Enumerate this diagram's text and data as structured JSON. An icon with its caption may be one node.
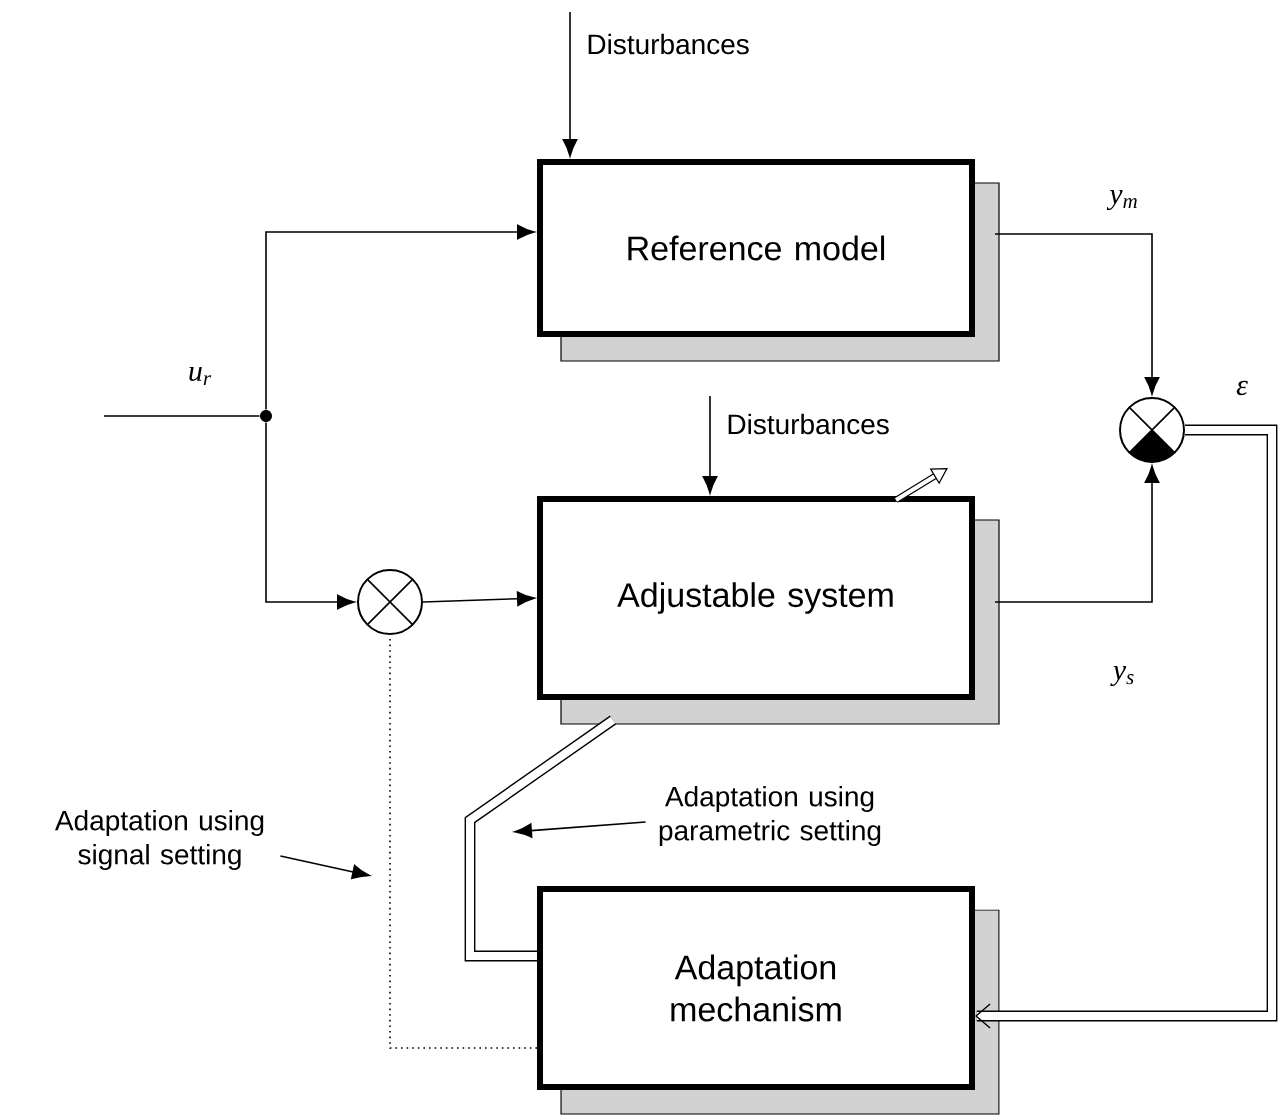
{
  "diagram": {
    "nodes": [
      {
        "text": [
          "Reference model"
        ]
      },
      {
        "text": [
          "Adjustable system"
        ]
      },
      {
        "text": [
          "Adaptation mechanism"
        ]
      },
      {
        "text": [],
        "shape": "circle"
      },
      {
        "text": [],
        "shape": "circle"
      },
      {
        "text": [],
        "shape": "dot"
      },
      {
        "text": [
          "Disturbances"
        ]
      },
      {
        "text": [
          "Disturbances"
        ]
      },
      {
        "text": [
          "Adaptation using signal setting"
        ]
      },
      {
        "text": [
          "Adaptation using parametric setting"
        ]
      }
    ],
    "edges": [
      {
        "from": null,
        "to": 5,
        "arrow": "none",
        "label": "u$_{r}$"
      },
      {
        "from": 5,
        "to": 0,
        "arrow": "to"
      },
      {
        "from": 5,
        "to": 3,
        "arrow": "to"
      },
      {
        "from": 3,
        "to": 1,
        "arrow": "to"
      },
      {
        "from": 0,
        "to": 4,
        "arrow": "to",
        "label": "y$_{m}$"
      },
      {
        "from": 1,
        "to": 4,
        "arrow": "to",
        "label": "y$_{s}$"
      },
      {
        "from": 4,
        "to": 2,
        "arrow": "to",
        "label": "ε",
        "style": "thick"
      },
      {
        "from": 2,
        "to": 1,
        "arrow": "none",
        "style": "thick"
      },
      {
        "from": 2,
        "to": 3,
        "arrow": "none",
        "style": "dashed"
      },
      {
        "from": 6,
        "to": 0,
        "arrow": "to"
      },
      {
        "from": 7,
        "to": 1,
        "arrow": "to"
      },
      {
        "from": 8,
        "to": null,
        "arrow": "to"
      },
      {
        "from": 9,
        "to": null,
        "arrow": "to"
      }
    ]
  }
}
